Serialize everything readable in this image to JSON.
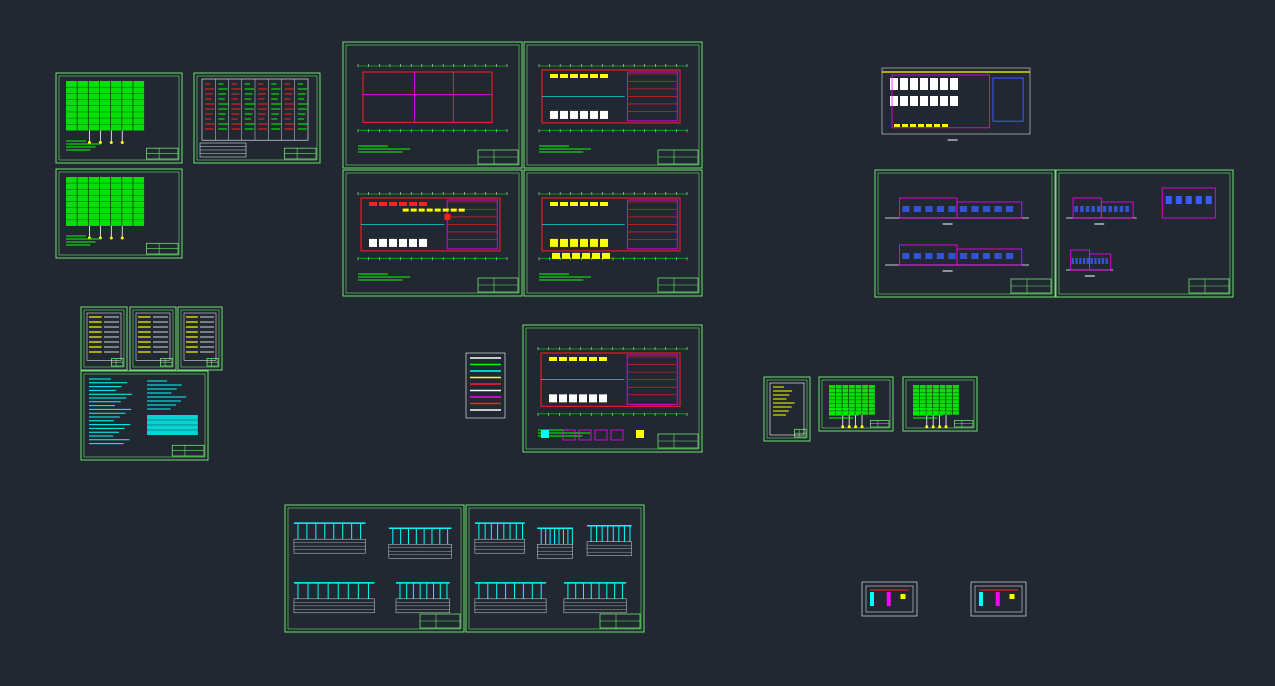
{
  "app": {
    "type": "cad-model-space-viewer"
  },
  "colors": {
    "background": "#222831",
    "frame": "#6fe06f",
    "green": "#00ff00",
    "yellow": "#ffff00",
    "red": "#ff2020",
    "magenta": "#ff00ff",
    "cyan": "#00ffff",
    "white": "#ffffff",
    "blue": "#3a5cff",
    "gray": "#8a8f99"
  },
  "drawing_sheets": [
    {
      "id": "electrical-schedule-1",
      "kind": "schedule"
    },
    {
      "id": "electrical-schedule-2",
      "kind": "schedule-table"
    },
    {
      "id": "electrical-schedule-3",
      "kind": "schedule"
    },
    {
      "id": "floor-plan-grid",
      "kind": "plan-grid"
    },
    {
      "id": "floor-plan-lighting",
      "kind": "plan-detail"
    },
    {
      "id": "floor-plan-power",
      "kind": "plan-power"
    },
    {
      "id": "floor-plan-sockets",
      "kind": "plan-sockets"
    },
    {
      "id": "floor-plan-overview",
      "kind": "plan-overview"
    },
    {
      "id": "elevation-sheet-1",
      "kind": "elevations"
    },
    {
      "id": "elevation-sheet-2",
      "kind": "sections"
    },
    {
      "id": "notes-sheet-1",
      "kind": "notes-small"
    },
    {
      "id": "notes-sheet-2",
      "kind": "notes-small"
    },
    {
      "id": "notes-sheet-3",
      "kind": "notes-small"
    },
    {
      "id": "notes-sheet-4",
      "kind": "notes-large"
    },
    {
      "id": "legend-strip",
      "kind": "legend"
    },
    {
      "id": "floor-plan-fire",
      "kind": "plan-fire"
    },
    {
      "id": "cover-sheet",
      "kind": "cover"
    },
    {
      "id": "electrical-schedule-4",
      "kind": "schedule"
    },
    {
      "id": "electrical-schedule-5",
      "kind": "schedule"
    },
    {
      "id": "distribution-diagram-1",
      "kind": "distribution"
    },
    {
      "id": "distribution-diagram-2",
      "kind": "distribution"
    },
    {
      "id": "detail-small-1",
      "kind": "detail"
    },
    {
      "id": "detail-small-2",
      "kind": "detail"
    }
  ]
}
